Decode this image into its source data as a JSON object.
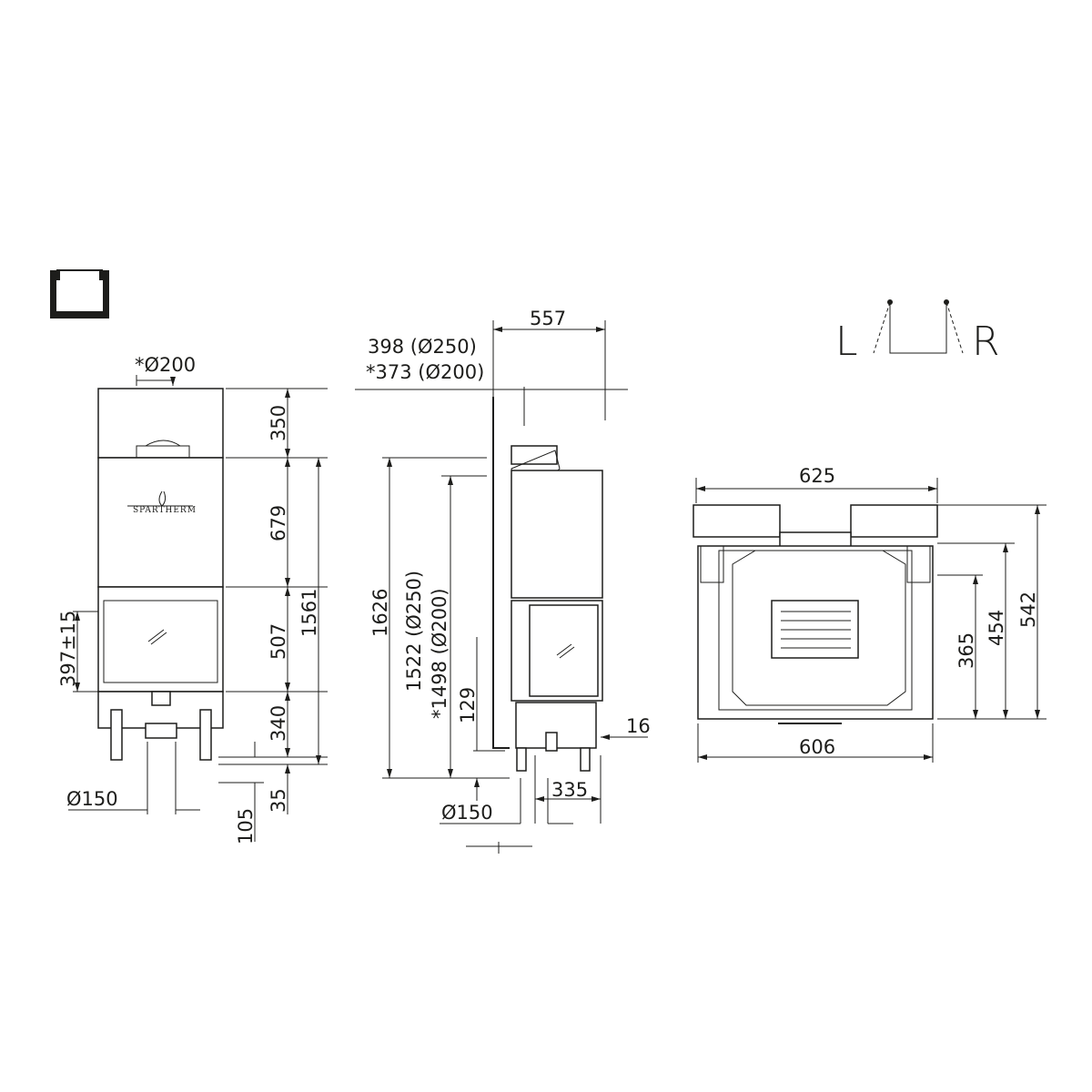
{
  "logo": {
    "brand": "SPARTHERM"
  },
  "orientation_icon": {
    "left_label": "L",
    "right_label": "R"
  },
  "front_view": {
    "flue_diameter": "*Ø200",
    "dim_top": "350",
    "dim_body": "679",
    "dim_glass": "507",
    "dim_base": "340",
    "dim_total": "1561",
    "dim_glass_height": "397±15",
    "dim_air_inlet": "Ø150",
    "dim_foot_105": "105",
    "dim_foot_35": "35"
  },
  "side_view": {
    "dim_depth": "557",
    "flue_offset_250": "398 (Ø250)",
    "flue_offset_200": "*373 (Ø200)",
    "dim_total": "1626",
    "dim_flue_250": "1522 (Ø250)",
    "dim_flue_200": "*1498 (Ø200)",
    "dim_129": "129",
    "dim_16": "16",
    "dim_335": "335",
    "dim_air_inlet": "Ø150"
  },
  "top_view": {
    "dim_width_top": "625",
    "dim_width_bottom": "606",
    "dim_365": "365",
    "dim_454": "454",
    "dim_542": "542"
  }
}
